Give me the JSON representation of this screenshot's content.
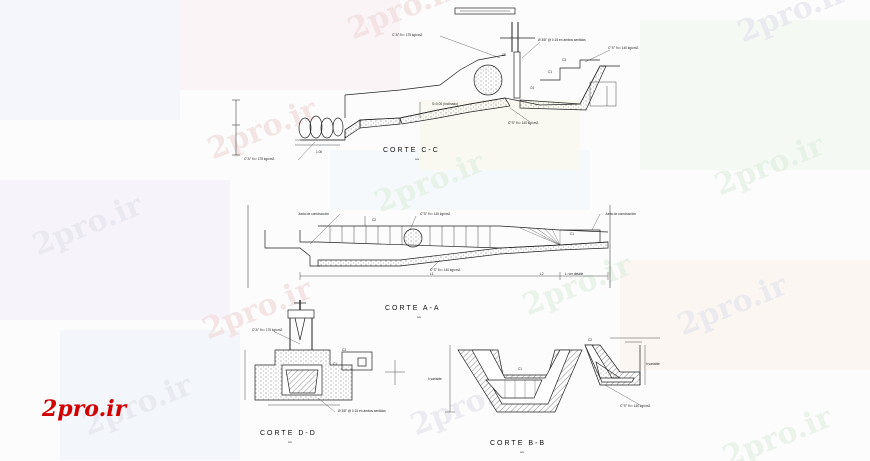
{
  "watermark": "2pro.ir",
  "brand_logo": "2pro.ir",
  "sections": {
    "cc": {
      "title": "CORTE  C-C",
      "scale": "s/e",
      "notes": {
        "concrete_top": "C°A° f'c= 175 kg/cm2.",
        "rebar": "Ø 3/8\" @ 0.15 en ambos sentidos",
        "concrete_right": "C°S° f'c= 140 kg/cm2.",
        "concrete_bottom": "C°S° f'c= 140 kg/cm2.",
        "concrete_left": "C°A° f'c= 175 kg/cm2.",
        "grade": "S=0.00 (Inclinado)",
        "dim_bottom": "1.00",
        "h1": "C1",
        "h2": "C3",
        "h3": "C4",
        "h4": "C5"
      }
    },
    "aa": {
      "title": "CORTE  A-A",
      "scale": "s/e",
      "notes": {
        "joint_left": "Junta de construcción",
        "joint_right": "Junta de construcción",
        "concrete_top": "C°S° f'c= 140 kg/cm2.",
        "concrete_bottom": "C°S° f'c= 140 kg/cm2.",
        "dim_a": "L1",
        "dim_b": "L2",
        "dim_c": "L: ver detalle",
        "level": "C2",
        "level2": "C1"
      }
    },
    "dd": {
      "title": "CORTE  D-D",
      "scale": "s/e",
      "notes": {
        "concrete_top": "C°A° f'c= 175 kg/cm2.",
        "rebar": "Ø 3/8\" @ 0.15 en ambos sentidos",
        "c3": "C3",
        "c1": "C1"
      }
    },
    "bb": {
      "title": "CORTE  B-B",
      "scale": "s/e",
      "notes": {
        "concrete": "C°S° f'c= 140 kg/cm2.",
        "left_dim": "h variable",
        "right_dim": "h variable",
        "c1": "C1",
        "c2": "C2"
      }
    }
  }
}
